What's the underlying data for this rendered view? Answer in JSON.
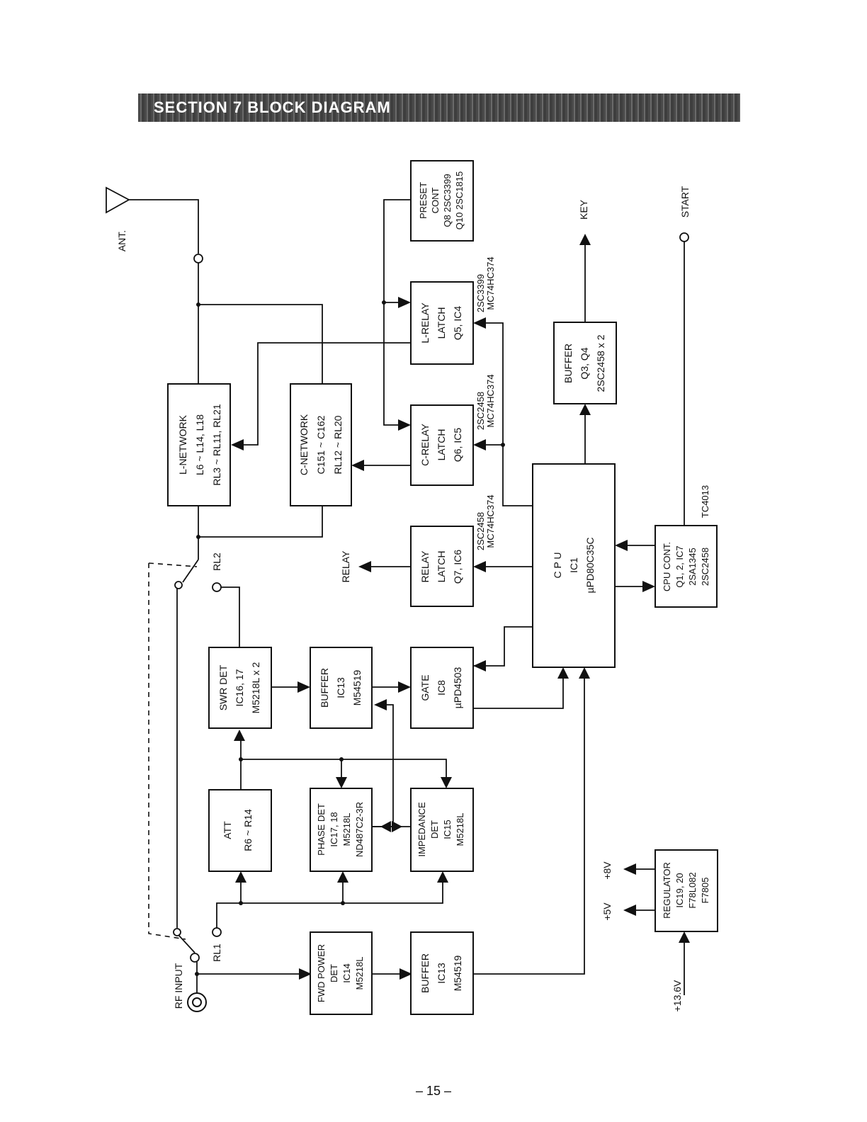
{
  "header": {
    "title": "SECTION 7 BLOCK DIAGRAM"
  },
  "page_number": "– 15 –",
  "terminals": {
    "ant": "ANT.",
    "rf_input": "RF INPUT",
    "rl1": "RL1",
    "rl2": "RL2",
    "relay": "RELAY",
    "key": "KEY",
    "start": "START",
    "plus5v": "+5V",
    "plus8v": "+8V",
    "plus13v": "+13.6V"
  },
  "blocks": {
    "l_network": [
      "L-NETWORK",
      "L6 ~ L14, L18",
      "RL3 ~ RL11, RL21"
    ],
    "c_network": [
      "C-NETWORK",
      "C151 ~ C162",
      "RL12 ~ RL20"
    ],
    "preset_cont": [
      "PRESET",
      "CONT",
      "Q8 2SC3399",
      "Q10 2SC1815"
    ],
    "l_relay": [
      "L-RELAY",
      "LATCH",
      "Q5, IC4"
    ],
    "c_relay": [
      "C-RELAY",
      "LATCH",
      "Q6, IC5"
    ],
    "relay_latch": [
      "RELAY",
      "LATCH",
      "Q7, IC6"
    ],
    "buffer_key": [
      "BUFFER",
      "Q3, Q4",
      "2SC2458 x 2"
    ],
    "cpu": [
      "C P U",
      "IC1",
      "µPD80C35C"
    ],
    "cpu_cont": [
      "CPU CONT.",
      "Q1, 2, IC7",
      "2SA1345",
      "2SC2458"
    ],
    "swr_det": [
      "SWR DET",
      "IC16, 17",
      "M5218L x 2"
    ],
    "buffer_ic13_top": [
      "BUFFER",
      "IC13",
      "M54519"
    ],
    "gate": [
      "GATE",
      "IC8",
      "µPD4503"
    ],
    "att": [
      "ATT",
      "R6 ~ R14"
    ],
    "phase_det": [
      "PHASE DET",
      "IC17, 18",
      "M5218L",
      "ND487C2-3R"
    ],
    "impedance_det": [
      "IMPEDANCE",
      "DET",
      "IC15",
      "M5218L"
    ],
    "regulator": [
      "REGULATOR",
      "IC19, 20",
      "F78L082",
      "F7805"
    ],
    "fwd_power_det": [
      "FWD POWER",
      "DET",
      "IC14",
      "M5218L"
    ],
    "buffer_ic13_bottom": [
      "BUFFER",
      "IC13",
      "M54519"
    ]
  },
  "annotations": {
    "l_relay_parts": [
      "2SC3399",
      "MC74HC374"
    ],
    "c_relay_parts": [
      "2SC2458",
      "MC74HC374"
    ],
    "relay_latch_parts": [
      "2SC2458",
      "MC74HC374"
    ],
    "cpu_cont_part": "TC4013"
  }
}
